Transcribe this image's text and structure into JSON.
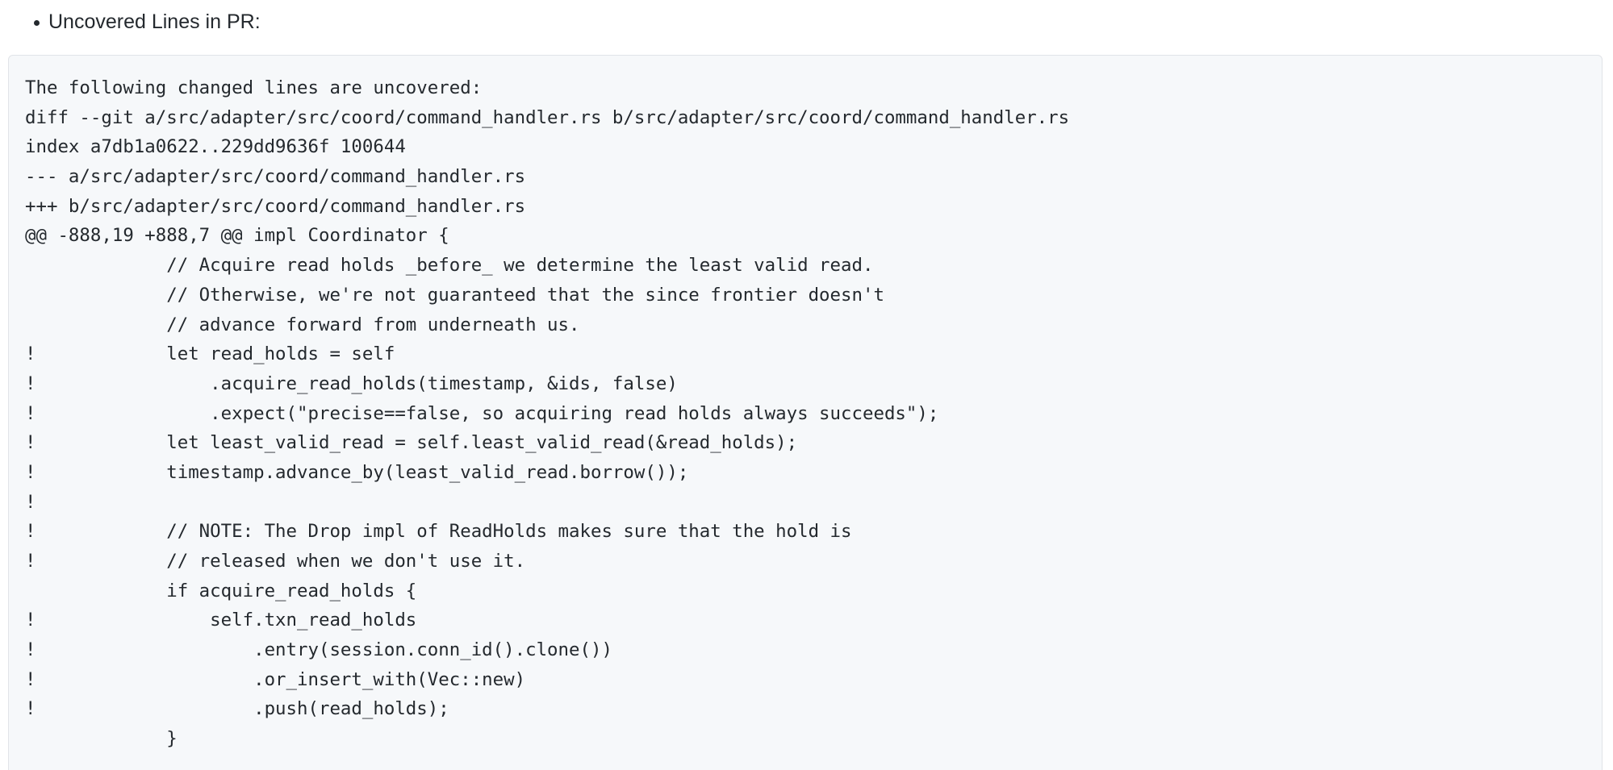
{
  "bullet": {
    "label": "Uncovered Lines in PR:"
  },
  "code": {
    "lines": [
      "The following changed lines are uncovered:",
      "diff --git a/src/adapter/src/coord/command_handler.rs b/src/adapter/src/coord/command_handler.rs",
      "index a7db1a0622..229dd9636f 100644",
      "--- a/src/adapter/src/coord/command_handler.rs",
      "+++ b/src/adapter/src/coord/command_handler.rs",
      "@@ -888,19 +888,7 @@ impl Coordinator {",
      "             // Acquire read holds _before_ we determine the least valid read.",
      "             // Otherwise, we're not guaranteed that the since frontier doesn't",
      "             // advance forward from underneath us.",
      "!            let read_holds = self",
      "!                .acquire_read_holds(timestamp, &ids, false)",
      "!                .expect(\"precise==false, so acquiring read holds always succeeds\");",
      "!            let least_valid_read = self.least_valid_read(&read_holds);",
      "!            timestamp.advance_by(least_valid_read.borrow());",
      "!",
      "!            // NOTE: The Drop impl of ReadHolds makes sure that the hold is",
      "!            // released when we don't use it.",
      "             if acquire_read_holds {",
      "!                self.txn_read_holds",
      "!                    .entry(session.conn_id().clone())",
      "!                    .or_insert_with(Vec::new)",
      "!                    .push(read_holds);",
      "             }"
    ]
  }
}
